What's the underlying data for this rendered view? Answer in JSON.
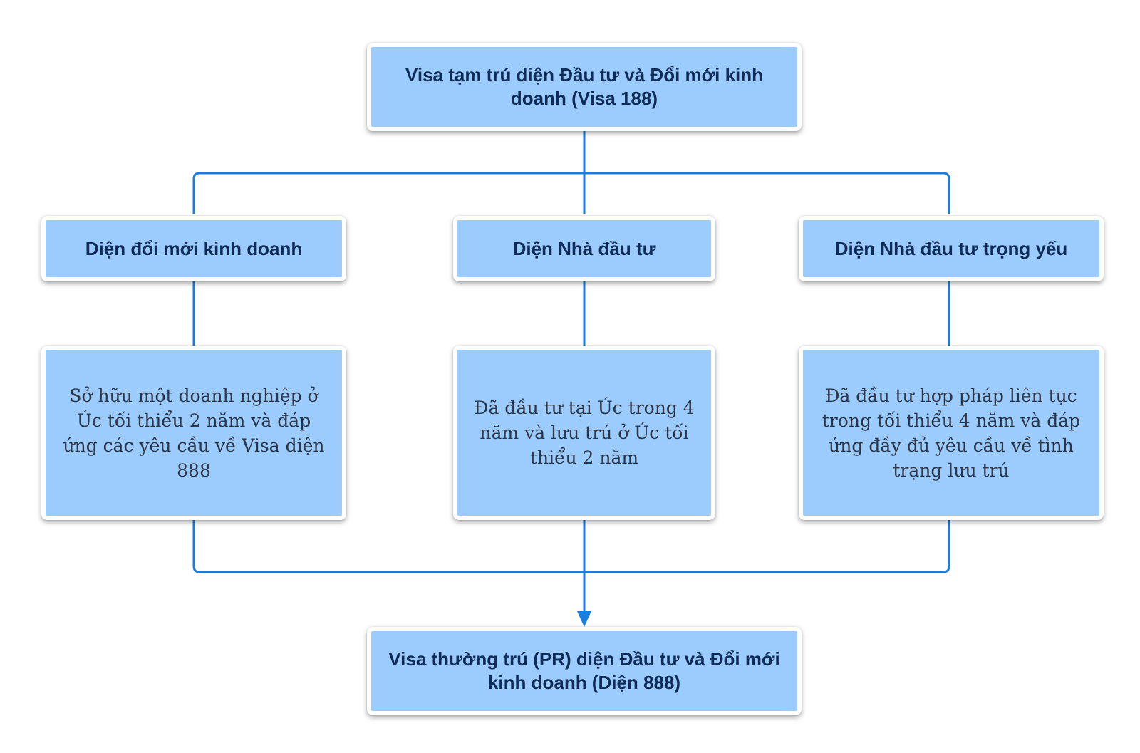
{
  "diagram": {
    "colors": {
      "box_fill": "#9ccbfd",
      "box_border": "#ffffff",
      "connector": "#1a7de0",
      "title_text": "#0e2c57",
      "description_text": "#2b3545"
    },
    "top": {
      "label": "Visa tạm trú diện Đầu tư và Đổi mới kinh doanh (Visa 188)"
    },
    "categories": [
      {
        "label": "Diện đổi mới kinh doanh",
        "description": "Sở hữu một doanh nghiệp ở Úc tối thiểu 2 năm và đáp ứng các yêu cầu về Visa diện 888"
      },
      {
        "label": "Diện Nhà đầu tư",
        "description": "Đã đầu tư tại Úc trong 4 năm và lưu trú ở Úc tối thiểu 2 năm"
      },
      {
        "label": "Diện Nhà đầu tư trọng yếu",
        "description": "Đã đầu tư hợp pháp liên tục trong tối thiểu 4 năm và đáp ứng đầy đủ yêu cầu về tình trạng lưu trú"
      }
    ],
    "bottom": {
      "label": "Visa thường trú (PR) diện Đầu tư và Đổi mới kinh doanh (Diện 888)"
    }
  }
}
